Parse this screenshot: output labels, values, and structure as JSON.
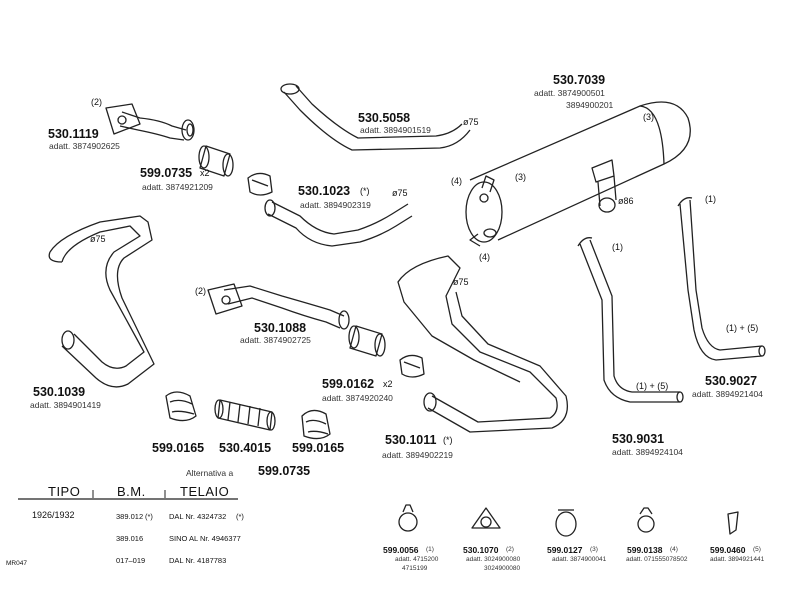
{
  "parts": {
    "p5301119": {
      "code": "530.1119",
      "qty": "(2)",
      "adatt": "adatt. 3874902625"
    },
    "p5990735a": {
      "code": "599.0735",
      "mult": "x2",
      "adatt": "adatt. 3874921209"
    },
    "p5305058": {
      "code": "530.5058",
      "adatt": "adatt. 3894901519",
      "dia": "ø75"
    },
    "p5301023": {
      "code": "530.1023",
      "star": "(*)",
      "adatt": "adatt. 3894902319",
      "dia": "ø75"
    },
    "p5307039": {
      "code": "530.7039",
      "adatt1": "adatt. 3874900501",
      "adatt2": "3894900201",
      "mark3a": "(3)",
      "mark3b": "(3)",
      "mark4a": "(4)",
      "mark4b": "(4)",
      "dia": "ø86"
    },
    "p5301039": {
      "code": "530.1039",
      "adatt": "adatt. 3894901419",
      "dia": "ø75"
    },
    "p5301088": {
      "code": "530.1088",
      "qty": "(2)",
      "adatt": "adatt. 3874902725"
    },
    "p5990162": {
      "code": "599.0162",
      "mult": "x2",
      "adatt": "adatt. 3874920240"
    },
    "p5301011": {
      "code": "530.1011",
      "star": "(*)",
      "adatt": "adatt. 3894902219",
      "dia": "ø75"
    },
    "p5309031": {
      "code": "530.9031",
      "adatt": "adatt. 3894924104",
      "mark1": "(1)",
      "mark15": "(1) + (5)"
    },
    "p5309027": {
      "code": "530.9027",
      "adatt": "adatt. 3894921404",
      "mark1": "(1)",
      "mark15": "(1) + (5)"
    },
    "bottom": {
      "left": "599.0165",
      "mid": "530.4015",
      "right": "599.0165",
      "alt_label": "Alternativa a",
      "alt_code": "599.0735"
    }
  },
  "table": {
    "headers": [
      "TIPO",
      "B.M.",
      "TELAIO"
    ],
    "rows": [
      {
        "tipo": "1926/1932",
        "bm": "389.012",
        "star": "(*)",
        "telaio": "DAL Nr. 4324732",
        "tstar": "(*)"
      },
      {
        "tipo": "",
        "bm": "389.016",
        "star": "",
        "telaio": "SINO AL Nr. 4946377",
        "tstar": ""
      },
      {
        "tipo": "",
        "bm": "017–019",
        "star": "",
        "telaio": "DAL Nr. 4187783",
        "tstar": ""
      }
    ]
  },
  "footer_code": "MR047",
  "fittings": [
    {
      "code": "599.0056",
      "n": "(1)",
      "adatt": "adatt. 4715200",
      "adatt2": "4715199"
    },
    {
      "code": "530.1070",
      "n": "(2)",
      "adatt": "adatt. 3024900080",
      "adatt2": "3024900080"
    },
    {
      "code": "599.0127",
      "n": "(3)",
      "adatt": "adatt. 3874900041",
      "adatt2": ""
    },
    {
      "code": "599.0138",
      "n": "(4)",
      "adatt": "adatt. 071555078502",
      "adatt2": ""
    },
    {
      "code": "599.0460",
      "n": "(5)",
      "adatt": "adatt. 3894921441",
      "adatt2": ""
    }
  ]
}
